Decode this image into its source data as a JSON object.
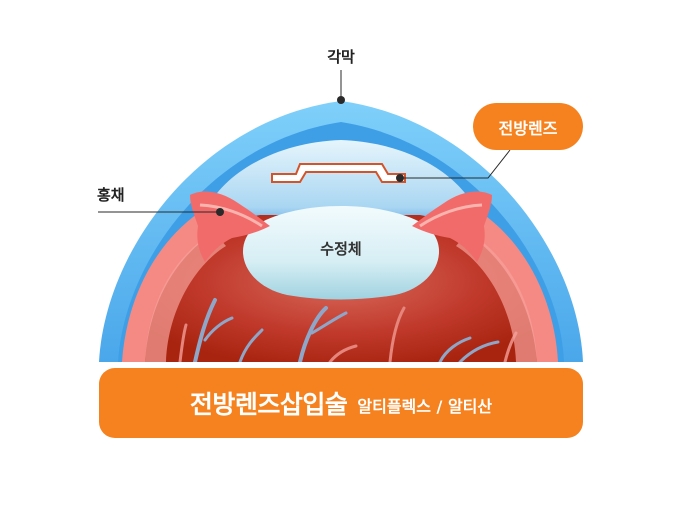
{
  "labels": {
    "cornea": "각막",
    "iris": "홍채",
    "lens": "수정체",
    "implant": "전방렌즈"
  },
  "banner": {
    "main": "전방렌즈삽입술",
    "sub": "알티플렉스 / 알티산"
  },
  "colors": {
    "cornea_outer": "#6cc6f7",
    "cornea_inner": "#4aa8ea",
    "sclera": "#f58a84",
    "retina": "#b72a12",
    "iris": "#f26b6b",
    "lens": "#dff3f8",
    "accent": "#f5821f"
  }
}
